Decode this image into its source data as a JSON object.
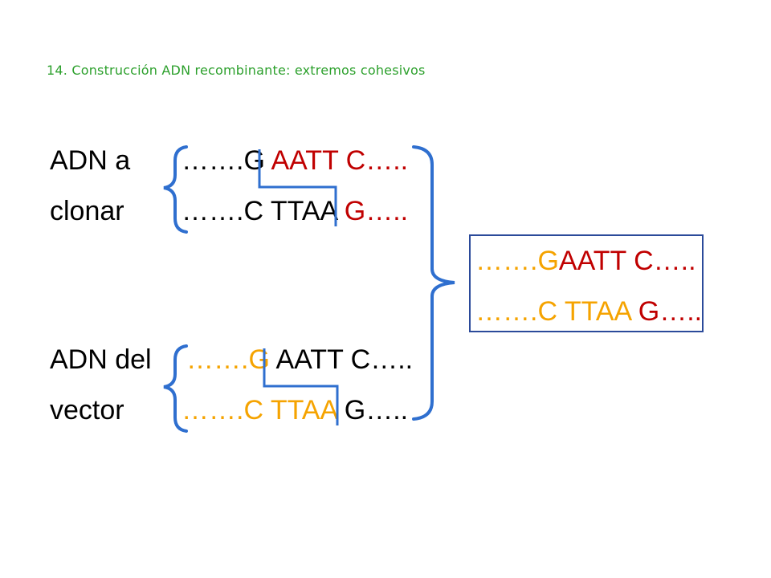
{
  "title": "14. Construcción ADN recombinante: extremos cohesivos",
  "colors": {
    "title": "#2ca02c",
    "red": "#c00000",
    "orange": "#f5a300",
    "black": "#000000",
    "bracket": "#2f6fcf",
    "box": "#2b4a9a"
  },
  "labels": {
    "adn_a": "ADN a",
    "clonar": "clonar",
    "adn_del": "ADN del",
    "vector": "vector"
  },
  "rows": {
    "r1": [
      {
        "t": "…….G ",
        "c": "black"
      },
      {
        "t": "AATT C…..",
        "c": "red"
      }
    ],
    "r2": [
      {
        "t": "…….C TTAA ",
        "c": "black"
      },
      {
        "t": "G…..",
        "c": "red"
      }
    ],
    "r3": [
      {
        "t": "…….G",
        "c": "orange"
      },
      {
        "t": "AATT C…..",
        "c": "red"
      }
    ],
    "r4": [
      {
        "t": "…….C TTAA ",
        "c": "orange"
      },
      {
        "t": "G…..",
        "c": "red"
      }
    ],
    "r5": [
      {
        "t": "…….G ",
        "c": "orange"
      },
      {
        "t": "AATT C…..",
        "c": "black"
      }
    ],
    "r6": [
      {
        "t": "…….C TTAA ",
        "c": "orange"
      },
      {
        "t": "G…..",
        "c": "black"
      }
    ]
  }
}
